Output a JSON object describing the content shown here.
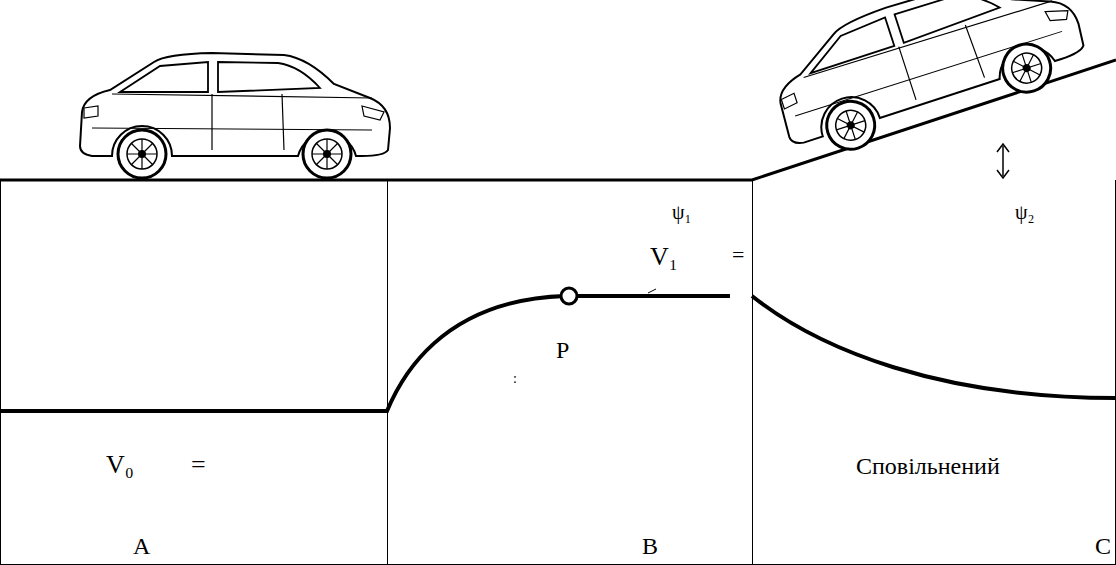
{
  "diagram": {
    "nodes": [
      {
        "text": [
          "V₀",
          "=",
          "A"
        ]
      },
      {
        "text": [
          "ψ₁",
          "V₁",
          "=",
          "B"
        ]
      },
      {
        "text": [
          "ψ₂",
          "Сповільнений",
          "C"
        ]
      }
    ],
    "labels": [
      "P",
      ":"
    ]
  }
}
